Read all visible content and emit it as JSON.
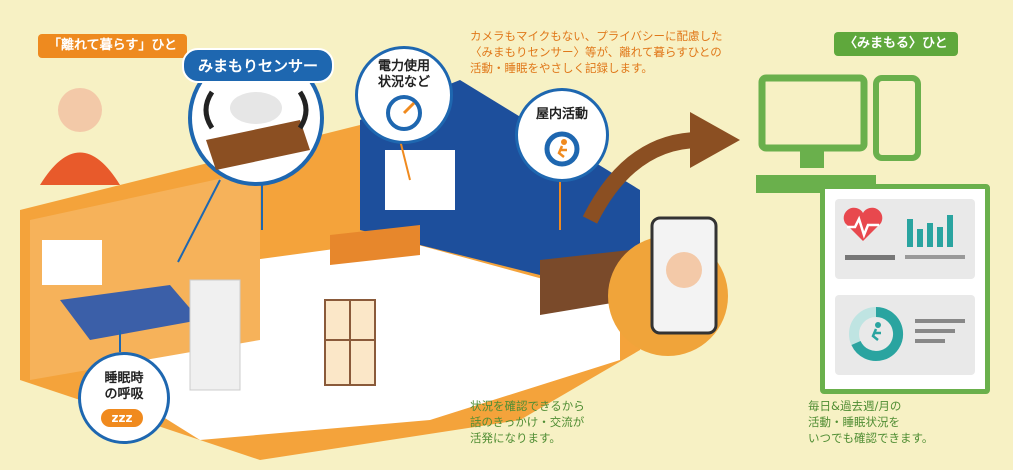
{
  "labels": {
    "remote_person": "「離れて暮らす」ひと",
    "watcher": "〈みまもる〉ひと",
    "sensor": "みまもりセンサー",
    "power": [
      "電力使用",
      "状況など"
    ],
    "activity": "屋内活動",
    "sleep": [
      "睡眠時",
      "の呼吸"
    ],
    "zzz": "zzz"
  },
  "captions": {
    "top": [
      "カメラもマイクもない、プライバシーに配慮した",
      "〈みまもりセンサー〉等が、離れて暮らすひとの",
      "活動・睡眠をやさしく記録します。"
    ],
    "middle": [
      "状況を確認できるから",
      "話のきっかけ・交流が",
      "活発になります。"
    ],
    "right": [
      "毎日&過去週/月の",
      "活動・睡眠状況を",
      "いつでも確認できます。"
    ]
  },
  "colors": {
    "background": "#f7f1c4",
    "orange": "#ee8a1f",
    "blue": "#1e67b0",
    "green": "#5fa83c"
  },
  "icons": [
    "sensor-device-icon",
    "power-meter-icon",
    "running-person-icon",
    "heart-rate-icon",
    "bar-chart-icon",
    "monitor-icon",
    "smartphone-icon",
    "arrow-right-icon"
  ]
}
